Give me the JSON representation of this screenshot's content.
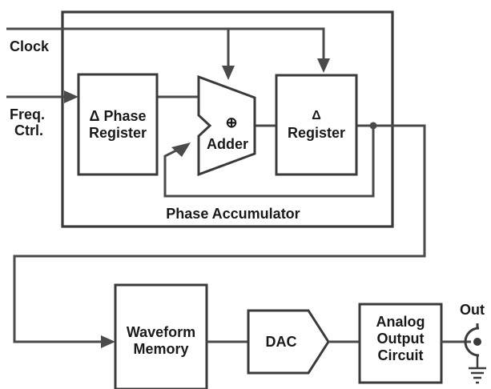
{
  "labels": {
    "clock": "Clock",
    "freq_line1": "Freq.",
    "freq_line2": "Ctrl.",
    "phase_reg_line1": "Δ Phase",
    "phase_reg_line2": "Register",
    "adder_symbol": "⊕",
    "adder": "Adder",
    "reg_delta": "Δ",
    "reg": "Register",
    "phase_accumulator": "Phase Accumulator",
    "waveform_line1": "Waveform",
    "waveform_line2": "Memory",
    "dac": "DAC",
    "analog_line1": "Analog",
    "analog_line2": "Output",
    "analog_line3": "Circuit",
    "out": "Out"
  },
  "colors": {
    "line": "#4a4a4a",
    "block_border": "#3a3a3a",
    "text": "#1a1a1a",
    "background": "#ffffff"
  },
  "icons": {
    "output_connector": "bnc-connector-icon",
    "ground": "ground-icon"
  }
}
